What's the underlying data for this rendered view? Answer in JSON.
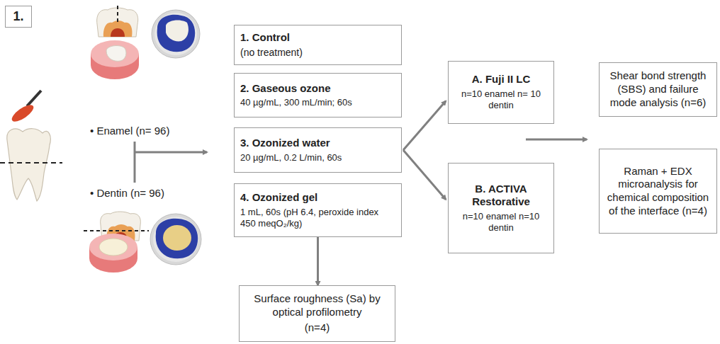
{
  "diagram": {
    "nodes": [
      {
        "text": [
          "1."
        ]
      },
      {
        "text": [
          "1. Control",
          "(no treatment)"
        ]
      },
      {
        "text": [
          "2. Gaseous ozone",
          "40 µg/mL, 300 mL/min; 60s"
        ]
      },
      {
        "text": [
          "3. Ozonized water",
          "20 µg/mL, 0.2 L/min, 60s"
        ]
      },
      {
        "text": [
          "4. Ozonized gel",
          "1 mL, 60s (pH 6.4, peroxide index 450 meqO₂/kg)"
        ]
      },
      {
        "text": [
          "Surface roughness (Sa) by optical profilometry",
          "(n=4)"
        ]
      },
      {
        "text": [
          "A. Fuji II LC",
          "n=10 enamel n= 10 dentin"
        ]
      },
      {
        "text": [
          "B. ACTIVA Restorative",
          "n=10 enamel n=10 dentin"
        ]
      },
      {
        "text": [
          "Shear bond strength (SBS) and failure mode analysis (n=6)"
        ]
      },
      {
        "text": [
          "Raman + EDX microanalysis for chemical composition of the interface (n=4)"
        ]
      }
    ],
    "edges": [
      {
        "from": 4,
        "to": 5,
        "arrow": "to"
      },
      {
        "from": 3,
        "to": 6,
        "arrow": "to"
      },
      {
        "from": 3,
        "to": 7,
        "arrow": "to"
      }
    ],
    "labels": [
      "• Enamel (n= 96)",
      "• Dentin (n= 96)"
    ]
  }
}
